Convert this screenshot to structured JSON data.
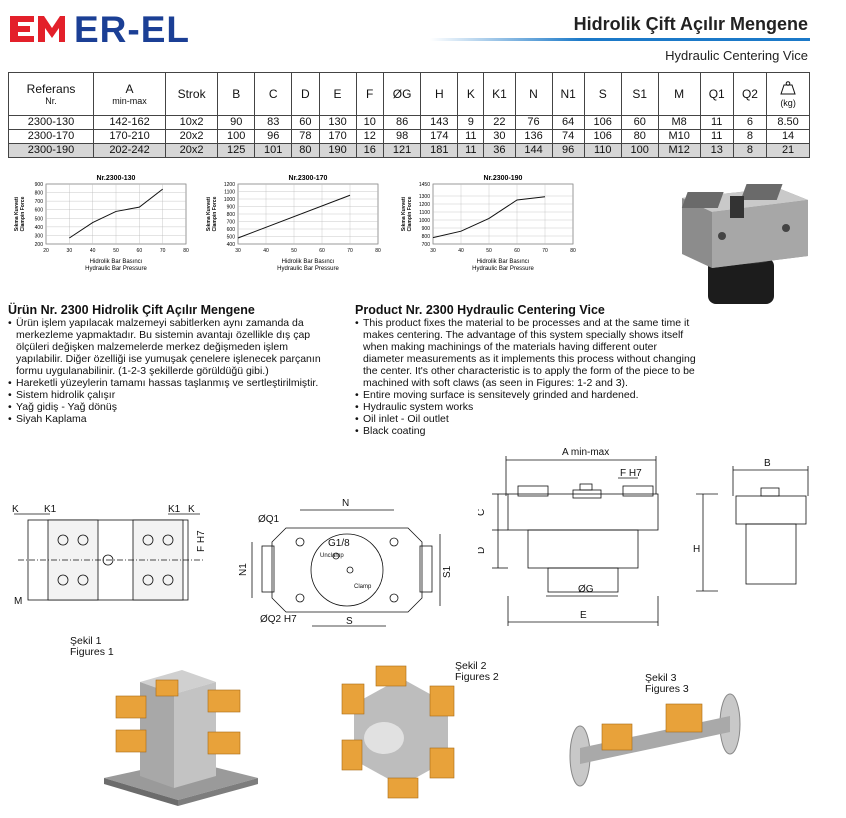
{
  "brand": {
    "name": "ER-EL",
    "red": "#e3202a",
    "blue": "#1b3f95"
  },
  "header": {
    "title_tr": "Hidrolik Çift Açılır Mengene",
    "title_en": "Hydraulic Centering Vice",
    "accent": "#1b79c8"
  },
  "table": {
    "headers": [
      {
        "main": "Referans",
        "sub": "Nr."
      },
      {
        "main": "A",
        "sub": "min-max"
      },
      {
        "main": "Strok",
        "sub": ""
      },
      {
        "main": "B",
        "sub": ""
      },
      {
        "main": "C",
        "sub": ""
      },
      {
        "main": "D",
        "sub": ""
      },
      {
        "main": "E",
        "sub": ""
      },
      {
        "main": "F",
        "sub": ""
      },
      {
        "main": "ØG",
        "sub": ""
      },
      {
        "main": "H",
        "sub": ""
      },
      {
        "main": "K",
        "sub": ""
      },
      {
        "main": "K1",
        "sub": ""
      },
      {
        "main": "N",
        "sub": ""
      },
      {
        "main": "N1",
        "sub": ""
      },
      {
        "main": "S",
        "sub": ""
      },
      {
        "main": "S1",
        "sub": ""
      },
      {
        "main": "M",
        "sub": ""
      },
      {
        "main": "Q1",
        "sub": ""
      },
      {
        "main": "Q2",
        "sub": ""
      },
      {
        "main": "",
        "sub": "(kg)"
      }
    ],
    "rows": [
      [
        "2300-130",
        "142-162",
        "10x2",
        "90",
        "83",
        "60",
        "130",
        "10",
        "86",
        "143",
        "9",
        "22",
        "76",
        "64",
        "106",
        "60",
        "M8",
        "11",
        "6",
        "8.50"
      ],
      [
        "2300-170",
        "170-210",
        "20x2",
        "100",
        "96",
        "78",
        "170",
        "12",
        "98",
        "174",
        "11",
        "30",
        "136",
        "74",
        "106",
        "80",
        "M10",
        "11",
        "8",
        "14"
      ],
      [
        "2300-190",
        "202-242",
        "20x2",
        "125",
        "101",
        "80",
        "190",
        "16",
        "121",
        "181",
        "11",
        "36",
        "144",
        "96",
        "110",
        "100",
        "M12",
        "13",
        "8",
        "21"
      ]
    ]
  },
  "chart_data": [
    {
      "type": "line",
      "title": "Nr.2300-130",
      "xlabel": "Hidrolik Bar Basıncı\nHydraulic Bar Pressure",
      "ylabel": "Sıkma Kuvveti\nClampin Force",
      "xlim": [
        20,
        80
      ],
      "ylim": [
        200,
        900
      ],
      "xticks": [
        20,
        30,
        40,
        50,
        60,
        70,
        80
      ],
      "yticks": [
        200,
        300,
        400,
        500,
        600,
        700,
        800,
        900
      ],
      "series": [
        {
          "x": [
            30,
            40,
            50,
            60,
            70
          ],
          "y": [
            270,
            450,
            580,
            630,
            840
          ]
        }
      ]
    },
    {
      "type": "line",
      "title": "Nr.2300-170",
      "xlabel": "Hidrolik Bar Basıncı\nHydraulic Bar Pressure",
      "ylabel": "Sıkma Kuvveti\nClampin Force",
      "xlim": [
        30,
        80
      ],
      "ylim": [
        400,
        1200
      ],
      "xticks": [
        30,
        40,
        50,
        60,
        70,
        80
      ],
      "yticks": [
        400,
        500,
        600,
        700,
        800,
        900,
        1000,
        1100,
        1200
      ],
      "series": [
        {
          "x": [
            30,
            70
          ],
          "y": [
            480,
            1050
          ]
        }
      ]
    },
    {
      "type": "line",
      "title": "Nr.2300-190",
      "xlabel": "Hidrolik Bar Basıncı\nHydraulic Bar Pressure",
      "ylabel": "Sıkma Kuvveti\nClampin Force",
      "xlim": [
        30,
        80
      ],
      "ylim": [
        700,
        1450
      ],
      "xticks": [
        30,
        40,
        50,
        60,
        70,
        80
      ],
      "yticks": [
        700,
        800,
        900,
        1000,
        1100,
        1200,
        1300,
        1450
      ],
      "series": [
        {
          "x": [
            30,
            40,
            50,
            60,
            70
          ],
          "y": [
            780,
            860,
            1020,
            1250,
            1290
          ]
        }
      ]
    }
  ],
  "text_tr": {
    "title": "Ürün Nr. 2300 Hidrolik Çift Açılır Mengene",
    "items": [
      "Ürün işlem yapılacak malzemeyi sabitlerken aynı zamanda da merkezleme yapmaktadır. Bu sistemin avantajı özellikle dış çap ölçüleri değişken malzemelerde merkez değişmeden işlem yapılabilir. Diğer özelliği ise yumuşak çenelere işlenecek parçanın formu uygulanabilinir. (1-2-3 şekillerde görüldüğü gibi.)",
      "Hareketli yüzeylerin tamamı hassas taşlanmış ve sertleştirilmiştir.",
      "Sistem hidrolik çalışır",
      "Yağ gidiş - Yağ dönüş",
      "Siyah Kaplama"
    ]
  },
  "text_en": {
    "title": "Product Nr. 2300 Hydraulic Centering Vice",
    "items": [
      "This product fixes the material to be processes and at the same time it makes centering. The advantage of this system specially shows itself when making machinings of the materials having different outer diameter measurements as it implements this process without changing the center. It's other characteristic is to apply the form of the piece to be machined with soft claws (as seen in Figures: 1-2 and 3).",
      "Entire moving surface is sensitevely grinded and hardened.",
      "Hydraulic system works",
      "Oil inlet - Oil outlet",
      "Black coating"
    ]
  },
  "dims": {
    "a": "A min-max",
    "b": "B",
    "c": "C",
    "d": "D",
    "e": "E",
    "fh7": "F H7",
    "g": "ØG",
    "h": "H",
    "k": "K",
    "k1": "K1",
    "m": "M",
    "n": "N",
    "n1": "N1",
    "s": "S",
    "s1": "S1",
    "q1": "ØQ1",
    "q2": "ØQ2 H7",
    "g18": "G1/8",
    "unclamp": "Unclamp",
    "clamp": "Clamp"
  },
  "figures": [
    {
      "tr": "Şekil 1",
      "en": "Figures 1"
    },
    {
      "tr": "Şekil 2",
      "en": "Figures 2"
    },
    {
      "tr": "Şekil 3",
      "en": "Figures 3"
    }
  ],
  "colors": {
    "jaw": "#e8a23a",
    "steel": "#b9b9b9",
    "dark": "#2a2a2a"
  }
}
